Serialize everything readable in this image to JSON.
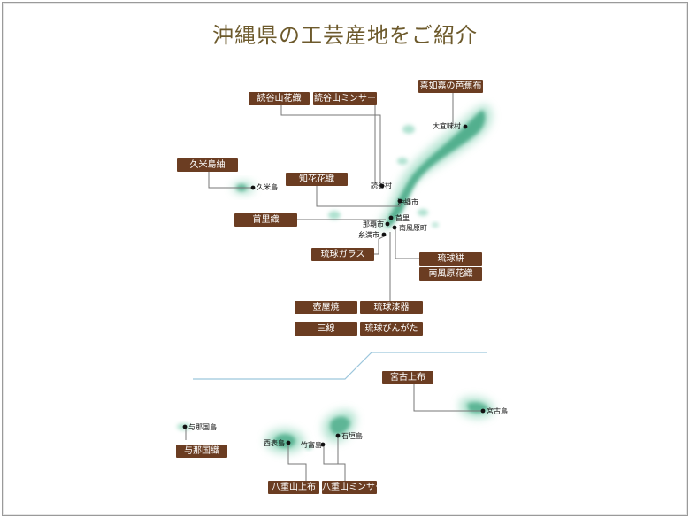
{
  "title": "沖縄県の工芸産地をご紹介",
  "crafts": {
    "yomitan_hanaori": "読谷山花織",
    "yomitan_minsa": "読谷山ミンサー",
    "kijoka_bashofu": "喜如嘉の芭蕉布",
    "kumejima_tsumugi": "久米島紬",
    "chibana_hanaori": "知花花織",
    "shuri_ori": "首里織",
    "ryukyu_glass": "琉球ガラス",
    "ryukyu_kasuri": "琉球絣",
    "haebaru_hanaori": "南風原花織",
    "tsuboya_yaki": "壺屋焼",
    "ryukyu_shikki": "琉球漆器",
    "sanshin": "三線",
    "ryukyu_bingata": "琉球びんがた",
    "miyako_jofu": "宮古上布",
    "yonaguni_ori": "与那国織",
    "yaeyama_jofu": "八重山上布",
    "yaeyama_minsa": "八重山ミンサー"
  },
  "places": {
    "ogimi": "大宜味村",
    "kumejima": "久米島",
    "yomitan": "読谷村",
    "okinawa_city": "沖縄市",
    "shuri": "首里",
    "naha": "那覇市",
    "haebaru": "南風原町",
    "itoman": "糸満市",
    "miyakojima": "宮古島",
    "yonagunijima": "与那国島",
    "iriomote": "西表島",
    "taketomi": "竹富島",
    "ishigaki": "石垣島"
  },
  "colors": {
    "label_bg": "#6b3d22",
    "island": "#3aa37e",
    "title": "#6d5a2c",
    "divider": "#9cc6dc"
  }
}
